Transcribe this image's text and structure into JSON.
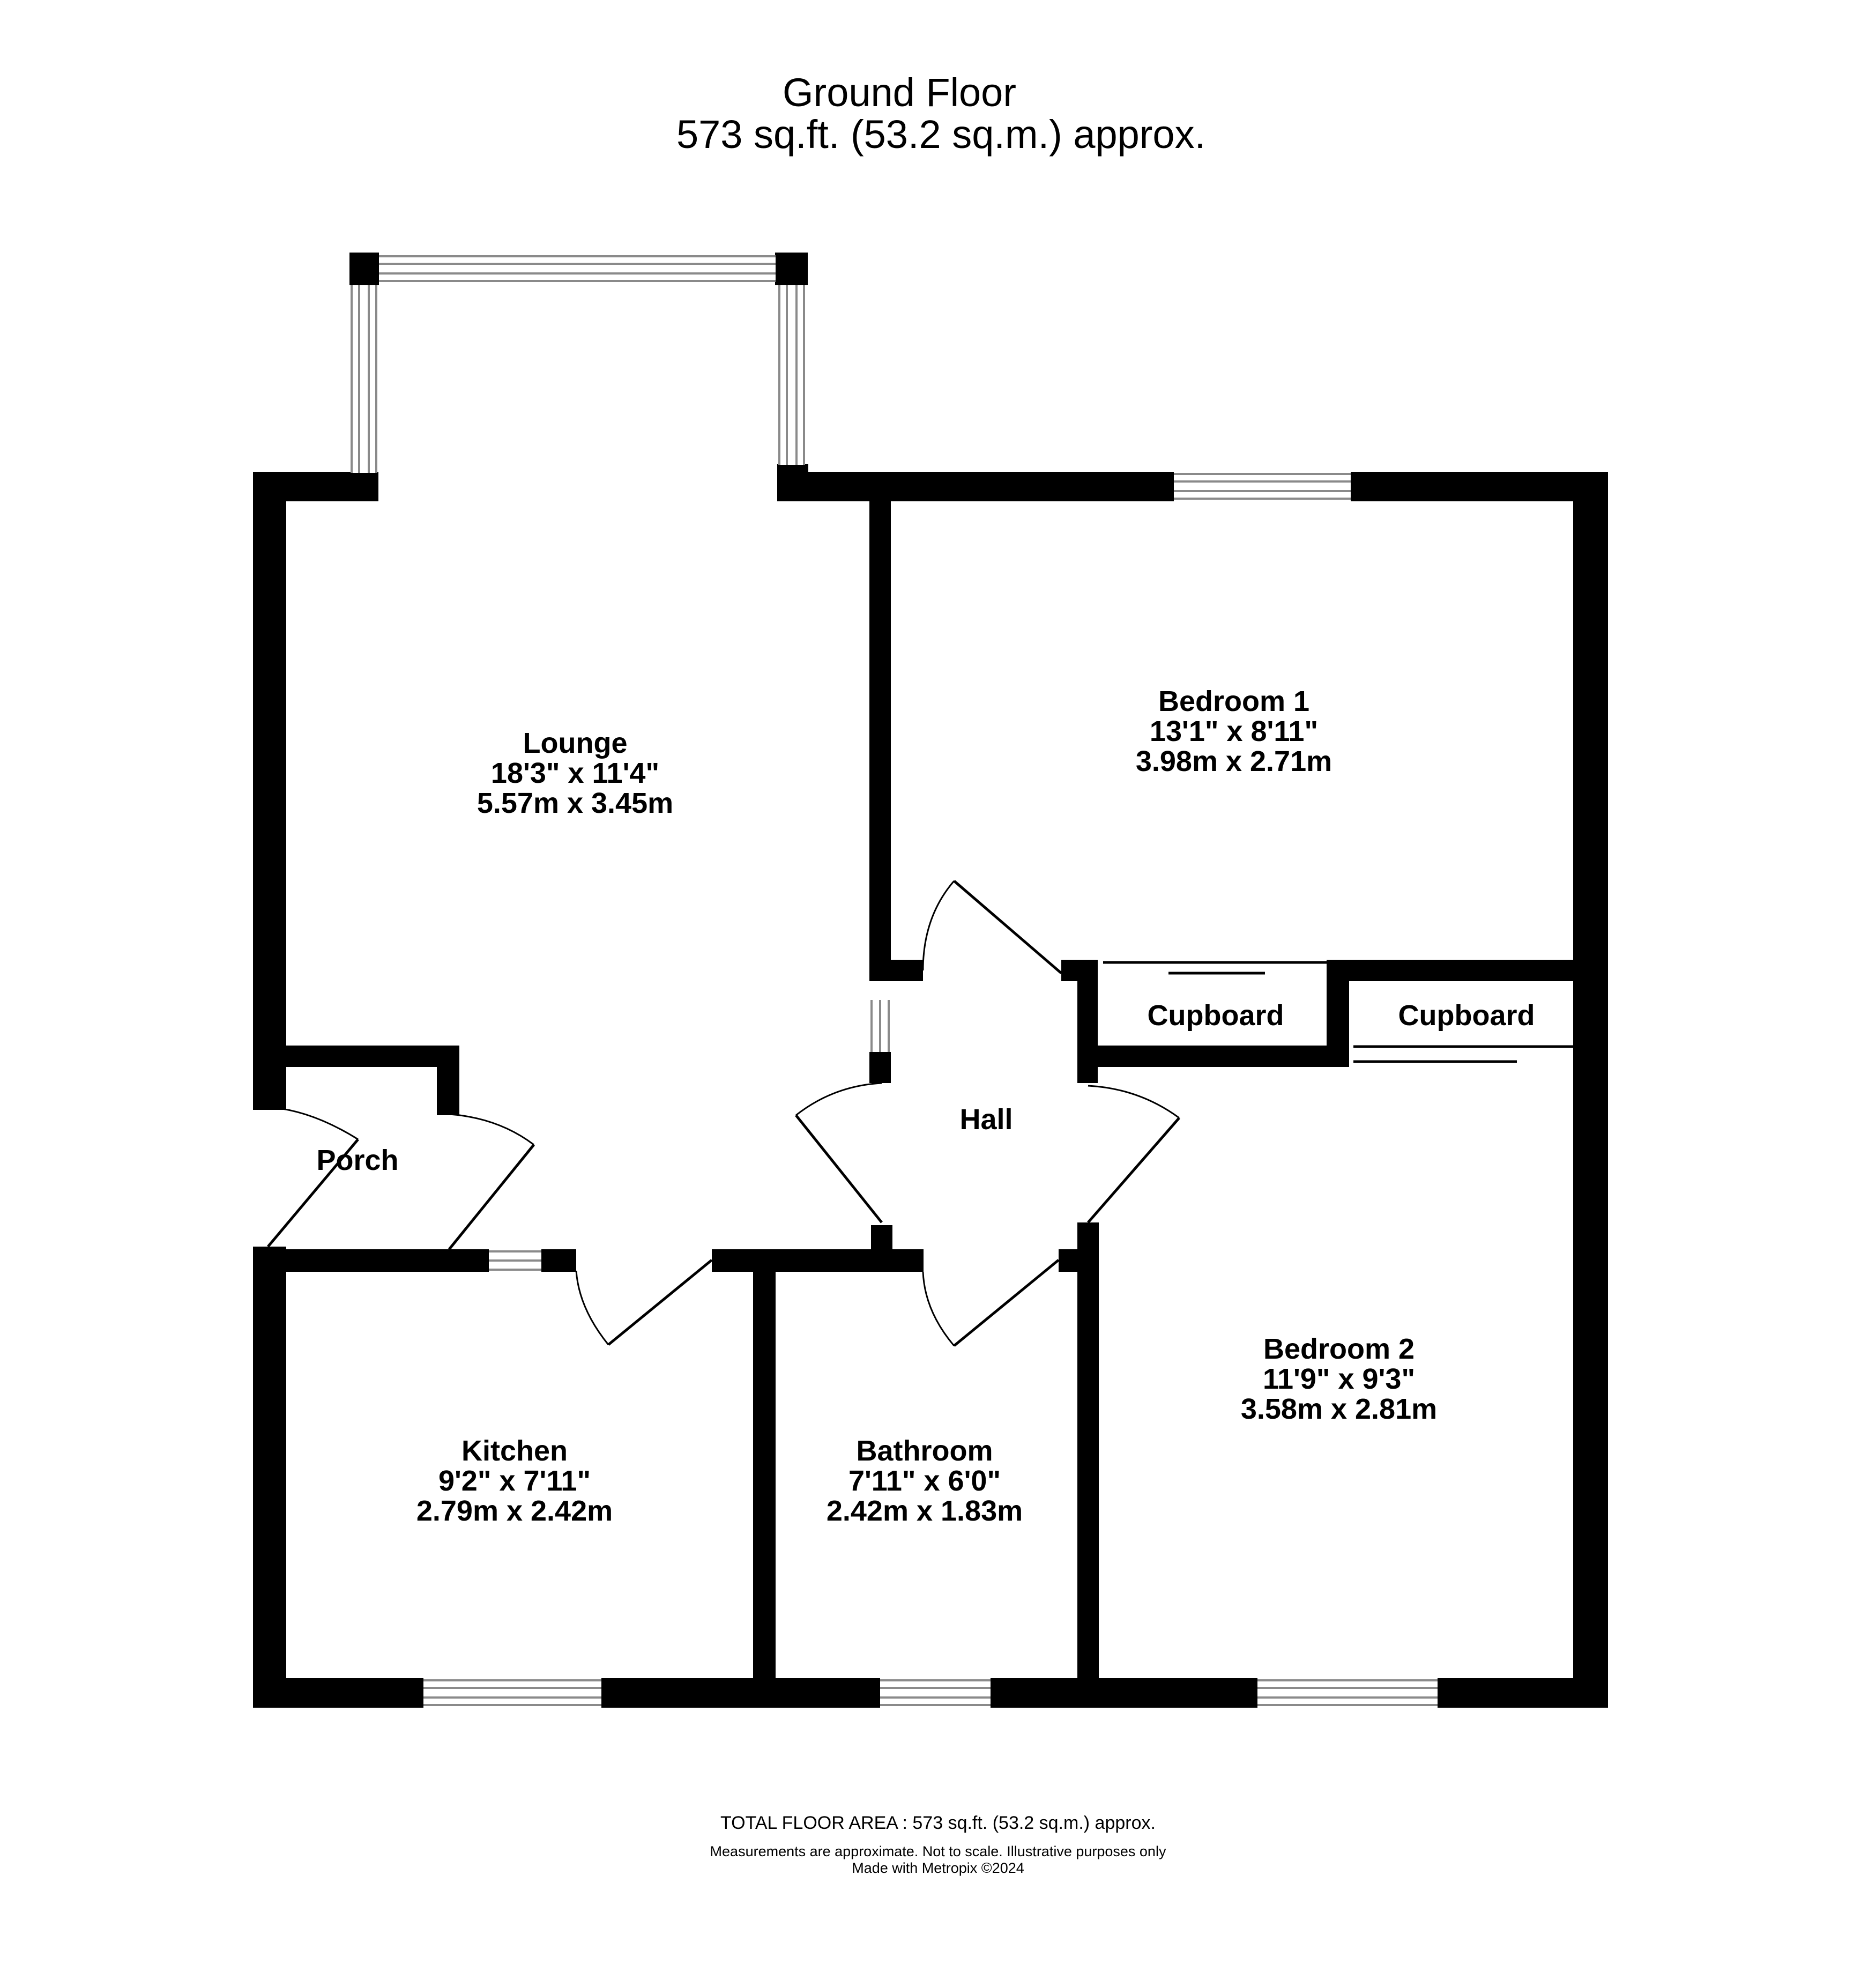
{
  "header": {
    "floor_name": "Ground Floor",
    "floor_area": "573 sq.ft. (53.2 sq.m.) approx."
  },
  "rooms": [
    {
      "name": "Lounge",
      "imperial": "18'3\"  x 11'4\"",
      "metric": "5.57m  x 3.45m"
    },
    {
      "name": "Bedroom 1",
      "imperial": "13'1\"  x 8'11\"",
      "metric": "3.98m  x 2.71m"
    },
    {
      "name": "Cupboard"
    },
    {
      "name": "Cupboard"
    },
    {
      "name": "Hall"
    },
    {
      "name": "Porch"
    },
    {
      "name": "Kitchen",
      "imperial": "9'2\"  x 7'11\"",
      "metric": "2.79m  x 2.42m"
    },
    {
      "name": "Bathroom",
      "imperial": "7'11\"  x 6'0\"",
      "metric": "2.42m  x 1.83m"
    },
    {
      "name": "Bedroom 2",
      "imperial": "11'9\"  x 9'3\"",
      "metric": "3.58m  x 2.81m"
    }
  ],
  "footer": {
    "total_area": "TOTAL FLOOR AREA : 573 sq.ft. (53.2 sq.m.) approx.",
    "disclaimer": "Measurements are approximate.  Not to scale.  Illustrative purposes only",
    "credit": "Made with Metropix ©2024"
  },
  "colors": {
    "wall": "#000000",
    "window_frame": "#8a8a8a",
    "background": "#ffffff"
  }
}
